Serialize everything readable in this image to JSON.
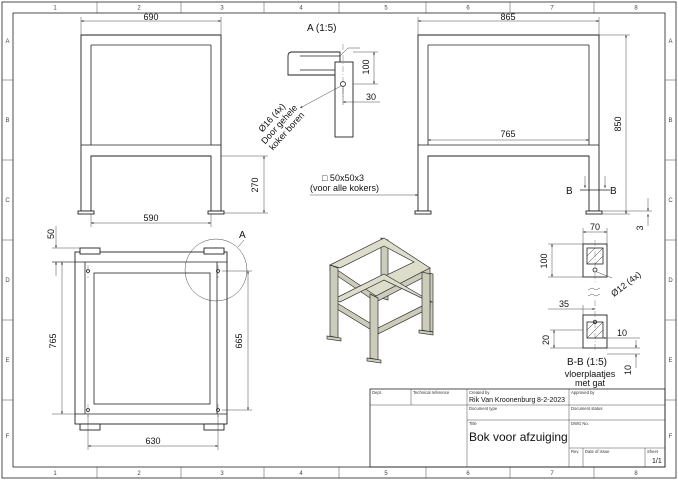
{
  "grid": {
    "columns": [
      "1",
      "2",
      "3",
      "4",
      "5",
      "6",
      "7",
      "8"
    ],
    "rows": [
      "A",
      "B",
      "C",
      "D",
      "E",
      "F"
    ]
  },
  "front_view": {
    "overall_width": "690",
    "inner_width": "590",
    "brace_height": "270"
  },
  "detail_a": {
    "label": "A (1:5)",
    "dim_height": "100",
    "dim_offset": "30",
    "note_lines": [
      "Ø16 (4x)",
      "Door gehele",
      "koker boren"
    ]
  },
  "side_view": {
    "overall_width": "865",
    "inner_width": "765",
    "overall_height": "850",
    "foot_dim": "3",
    "section_marker": "B"
  },
  "tube_note": {
    "profile": "□ 50x50x3",
    "scope": "(voor alle kokers)"
  },
  "top_view": {
    "edge_offset": "50",
    "inner_length": "765",
    "hole_spacing": "665",
    "inner_width": "630",
    "detail_marker": "A"
  },
  "detail_plate": {
    "width": "70",
    "height": "100",
    "hole_note": "Ø12 (4x)"
  },
  "section_bb": {
    "hole_offset": "35",
    "height": "20",
    "inset": "10",
    "thickness": "10",
    "label": "B-B (1:5)",
    "caption_lines": [
      "vloerplaatjes",
      "met gat"
    ]
  },
  "title_block": {
    "dept_label": "Dept.",
    "tech_ref_label": "Technical reference",
    "created_by_label": "Created by",
    "created_by": "Rik Van Kroonenburg",
    "date": "8-2-2023",
    "approved_by_label": "Approved by",
    "doc_type_label": "Document type",
    "doc_status_label": "Document status",
    "title_label": "Title",
    "title": "Bok voor afzuiging",
    "dwg_no_label": "DWG No.",
    "rev_label": "Rev.",
    "date_of_issue_label": "Date of issue",
    "sheet_label": "Sheet",
    "sheet": "1/1"
  }
}
